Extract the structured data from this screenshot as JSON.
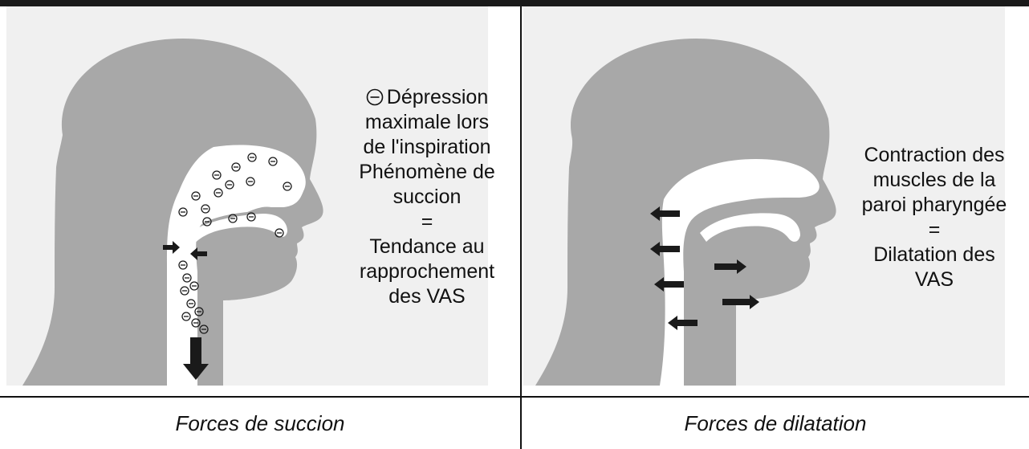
{
  "panels": [
    {
      "text_lines": [
        "Dépression",
        "maximale lors",
        "de l'inspiration",
        "Phénomène de",
        "succion",
        "=",
        "Tendance au",
        "rapprochement",
        "des VAS"
      ],
      "caption": "Forces de succion"
    },
    {
      "text_lines": [
        "Contraction des",
        "muscles de la",
        "paroi pharyngée",
        "=",
        "Dilatation des",
        "VAS"
      ],
      "caption": "Forces de dilatation"
    }
  ],
  "colors": {
    "head": "#a8a8a8",
    "background": "#f0f0f0",
    "airway": "#ffffff",
    "arrow": "#1a1a1a",
    "border": "#111111"
  },
  "icons": [
    "minus-circle-icon",
    "negative-charge-icon",
    "arrow-icon"
  ]
}
